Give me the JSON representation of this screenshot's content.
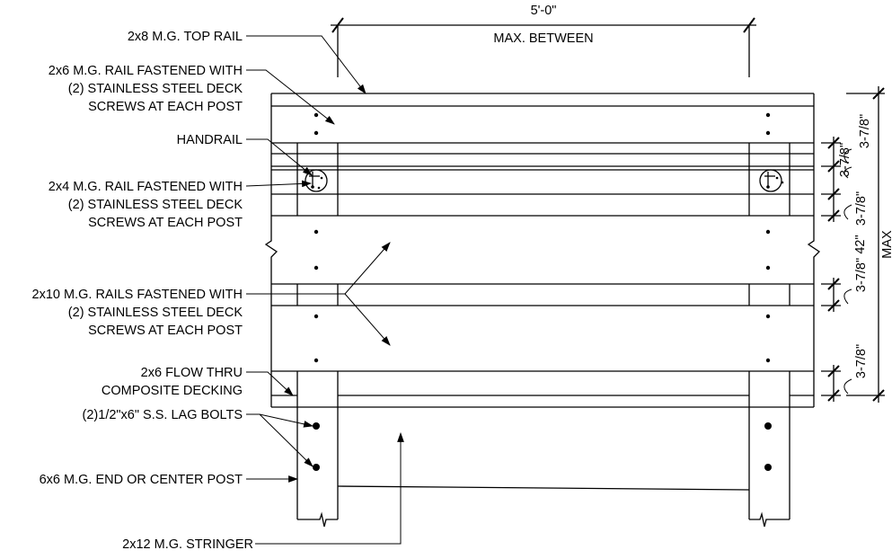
{
  "labels": {
    "top_rail": "2x8 M.G. TOP RAIL",
    "rail_2x6_l1": "2x6 M.G. RAIL FASTENED WITH",
    "rail_2x6_l2": "(2) STAINLESS STEEL DECK",
    "rail_2x6_l3": "SCREWS AT EACH POST",
    "handrail": "HANDRAIL",
    "rail_2x4_l1": "2x4 M.G. RAIL FASTENED WITH",
    "rail_2x4_l2": "(2) STAINLESS STEEL DECK",
    "rail_2x4_l3": "SCREWS AT EACH POST",
    "rails_2x10_l1": "2x10 M.G. RAILS FASTENED WITH",
    "rails_2x10_l2": "(2) STAINLESS STEEL DECK",
    "rails_2x10_l3": "SCREWS AT EACH POST",
    "decking_l1": "2x6 FLOW THRU",
    "decking_l2": "COMPOSITE DECKING",
    "lag_bolts": "(2)1/2\"x6\" S.S. LAG BOLTS",
    "post": "6x6 M.G. END OR CENTER POST",
    "stringer": "2x12 M.G. STRINGER"
  },
  "dimensions": {
    "span": "5'-0\"",
    "span_note": "MAX. BETWEEN",
    "gap": "3-7/8\"",
    "height": "42\"",
    "height_note": "MAX"
  }
}
